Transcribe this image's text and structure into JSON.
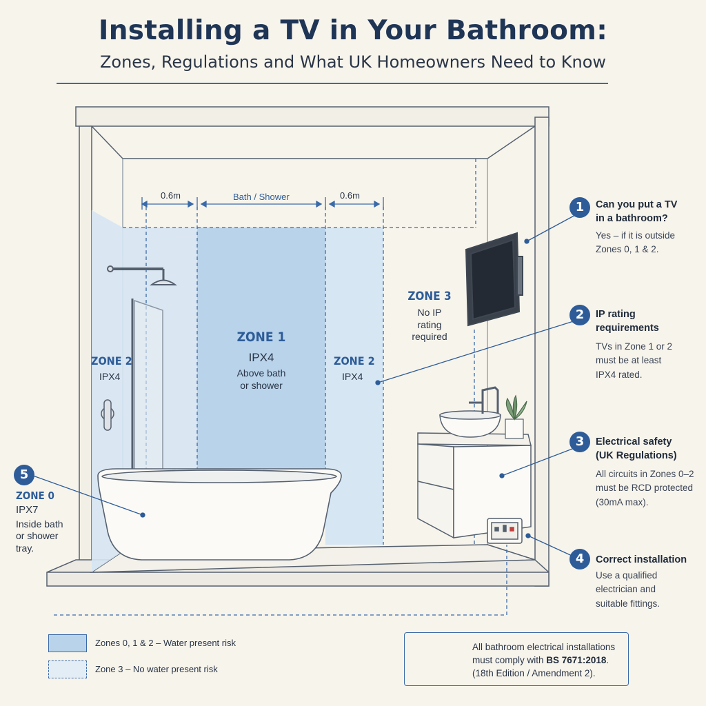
{
  "title": "Installing a TV in Your Bathroom:",
  "subtitle": "Zones, Regulations and What UK Homeowners Need to Know",
  "dimensions": {
    "left": "0.6m",
    "middle": "Bath / Shower",
    "right": "0.6m"
  },
  "zones": {
    "zone1": {
      "title": "ZONE 1",
      "rating": "IPX4",
      "desc_line1": "Above bath",
      "desc_line2": "or shower"
    },
    "zone2_left": {
      "title": "ZONE 2",
      "rating": "IPX4"
    },
    "zone2_right": {
      "title": "ZONE 2",
      "rating": "IPX4"
    },
    "zone3": {
      "title": "ZONE 3",
      "line1": "No IP",
      "line2": "rating",
      "line3": "required"
    },
    "zone0": {
      "number": "5",
      "title": "ZONE 0",
      "rating": "IPX7",
      "line1": "Inside bath",
      "line2": "or shower",
      "line3": "tray."
    }
  },
  "info": [
    {
      "number": "1",
      "title_line1": "Can you put a TV",
      "title_line2": "in a bathroom?",
      "body_line1": "Yes – if it is outside",
      "body_line2": "Zones 0, 1 & 2."
    },
    {
      "number": "2",
      "title_line1": "IP rating",
      "title_line2": "requirements",
      "body_line1": "TVs in Zone 1 or 2",
      "body_line2": "must be at least",
      "body_line3": "IPX4 rated."
    },
    {
      "number": "3",
      "title_line1": "Electrical safety",
      "title_line2": "(UK Regulations)",
      "body_line1": "All circuits in Zones 0–2",
      "body_line2": "must be RCD protected",
      "body_line3": "(30mA max)."
    },
    {
      "number": "4",
      "title_line1": "Correct installation",
      "body_line1": "Use a qualified",
      "body_line2": "electrician and",
      "body_line3": "suitable fittings."
    }
  ],
  "legend": {
    "solid": "Zones 0, 1 & 2 – Water present risk",
    "dashed": "Zone 3 – No water present risk"
  },
  "callout": {
    "line1": "All bathroom electrical installations",
    "line2_prefix": "must comply with ",
    "line2_standard": "BS 7671:2018",
    "line2_suffix": ".",
    "line3": "(18th Edition / Amendment 2)."
  },
  "colors": {
    "accent": "#2d5c98",
    "zone_fill": "#b9d3ea",
    "zone_light": "#d6e6f3",
    "background": "#f7f4ec"
  }
}
